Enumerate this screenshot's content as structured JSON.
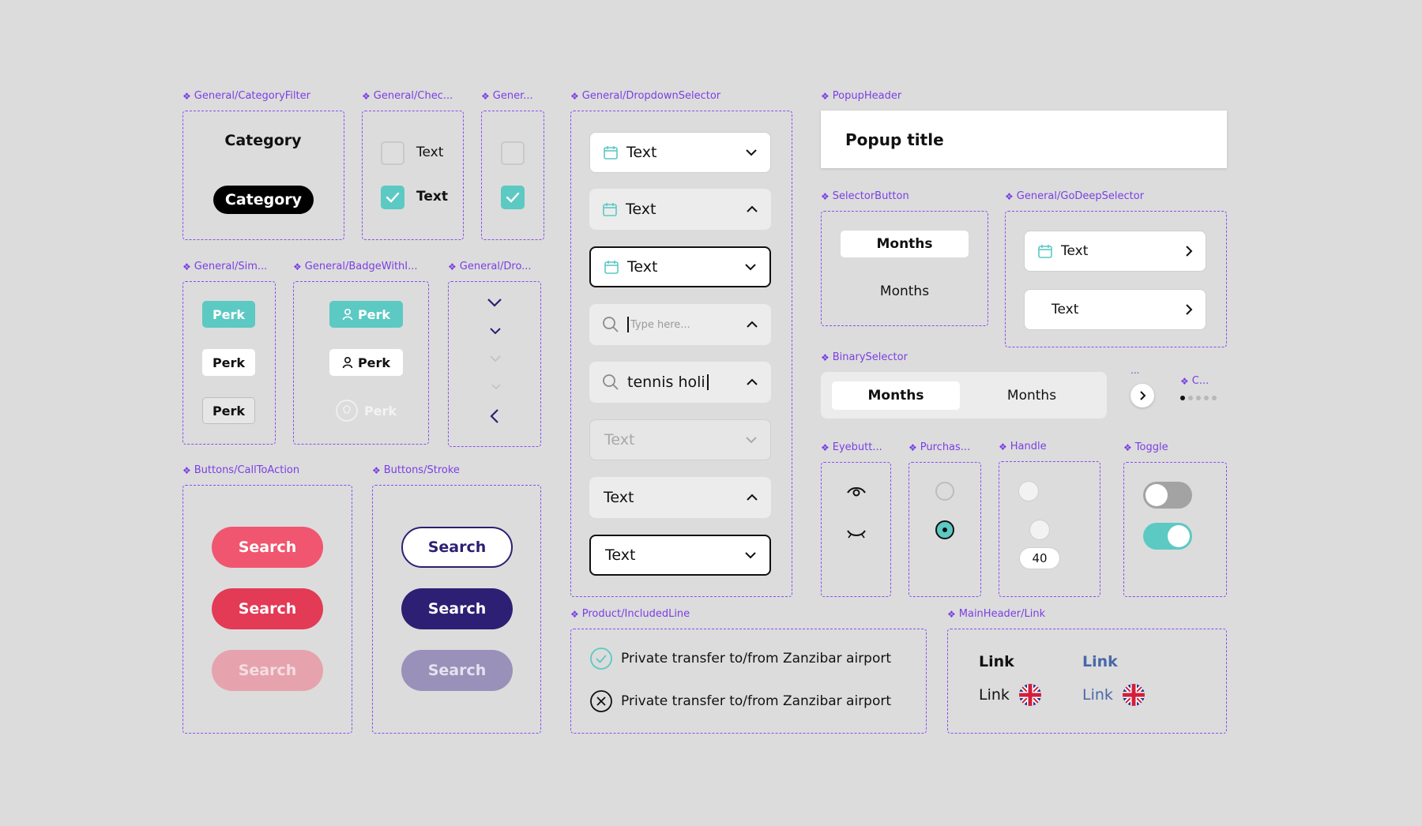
{
  "labels": {
    "category_filter": "General/CategoryFilter",
    "checkbox1": "General/Chec...",
    "checkbox2": "Gener...",
    "dropdown_selector": "General/DropdownSelector",
    "popup_header": "PopupHeader",
    "simple_badge": "General/Sim...",
    "badge_with_icon": "General/BadgeWithI...",
    "dropdown_arrows": "General/Dro...",
    "selector_button": "SelectorButton",
    "go_deep_selector": "General/GoDeepSelector",
    "binary_selector": "BinarySelector",
    "more": "...",
    "carousel": "C...",
    "cta": "Buttons/CallToAction",
    "stroke": "Buttons/Stroke",
    "eye_button": "Eyebutt...",
    "purchase": "Purchas...",
    "handle": "Handle",
    "toggle": "Toggle",
    "included_line": "Product/IncludedLine",
    "main_header_link": "MainHeader/Link"
  },
  "category": {
    "text": "Category",
    "pill": "Category"
  },
  "checkbox": {
    "label_off": "Text",
    "label_on": "Text"
  },
  "dropdowns": [
    {
      "text": "Text",
      "icon": "calendar-icon",
      "arrow": "down"
    },
    {
      "text": "Text",
      "icon": "calendar-icon",
      "arrow": "up"
    },
    {
      "text": "Text",
      "icon": "calendar-icon",
      "arrow": "down"
    },
    {
      "text": "",
      "placeholder": "Type here...",
      "icon": "search-icon",
      "arrow": "up"
    },
    {
      "text": "tennis holi",
      "icon": "search-icon",
      "arrow": "up"
    },
    {
      "text": "Text",
      "arrow": "down"
    },
    {
      "text": "Text",
      "arrow": "up"
    },
    {
      "text": "Text",
      "arrow": "down"
    }
  ],
  "popup": {
    "title": "Popup title"
  },
  "perks": {
    "simple": [
      "Perk",
      "Perk",
      "Perk"
    ],
    "with_icon": [
      "Perk",
      "Perk",
      "Perk"
    ]
  },
  "selector_button": {
    "active": "Months",
    "inactive": "Months"
  },
  "go_deep": [
    "Text",
    "Text"
  ],
  "binary": {
    "active": "Months",
    "inactive": "Months"
  },
  "cta": [
    "Search",
    "Search",
    "Search"
  ],
  "stroke": [
    "Search",
    "Search",
    "Search"
  ],
  "handle": {
    "value": "40"
  },
  "included": [
    "Private transfer to/from Zanzibar airport",
    "Private transfer to/from Zanzibar airport"
  ],
  "links": [
    "Link",
    "Link",
    "Link",
    "Link"
  ],
  "colors": {
    "accent": "#8a4ff0",
    "teal": "#5cc9c3",
    "red": "#f0566f",
    "red_dark": "#e33a55",
    "navy": "#2d1f73",
    "link_blue": "#4a68a8"
  }
}
